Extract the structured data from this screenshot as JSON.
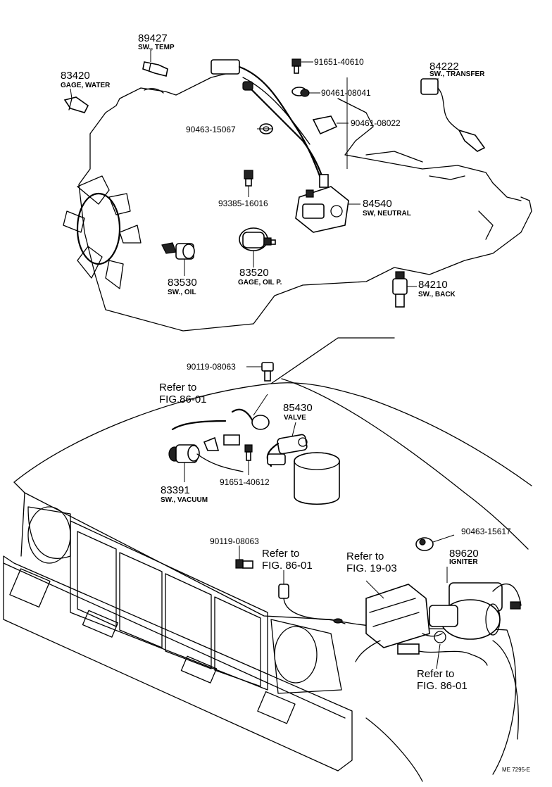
{
  "parts": {
    "p89427": {
      "number": "89427",
      "name": "SW., TEMP"
    },
    "p83420": {
      "number": "83420",
      "name": "GAGE, WATER"
    },
    "p91651_40610": {
      "number": "91651-40610"
    },
    "p90461_08041": {
      "number": "90461-08041"
    },
    "p90463_15067": {
      "number": "90463-15067"
    },
    "p90461_08022": {
      "number": "90461-08022"
    },
    "p84222": {
      "number": "84222",
      "name": "SW., TRANSFER"
    },
    "p93385_16016": {
      "number": "93385-16016"
    },
    "p84540": {
      "number": "84540",
      "name": "SW, NEUTRAL"
    },
    "p83530": {
      "number": "83530",
      "name": "SW., OIL"
    },
    "p83520": {
      "number": "83520",
      "name": "GAGE, OIL P."
    },
    "p84210": {
      "number": "84210",
      "name": "SW., BACK"
    },
    "p90119_08063_a": {
      "number": "90119-08063"
    },
    "p85430": {
      "number": "85430",
      "name": "VALVE"
    },
    "p91651_40612": {
      "number": "91651-40612"
    },
    "p83391": {
      "number": "83391",
      "name": "SW., VACUUM"
    },
    "p90119_08063_b": {
      "number": "90119-08063"
    },
    "p90463_15617": {
      "number": "90463-15617"
    },
    "p89620": {
      "number": "89620",
      "name": "IGNITER"
    }
  },
  "refs": {
    "ref1": {
      "line1": "Refer to",
      "line2": "FIG.86-01"
    },
    "ref2": {
      "line1": "Refer to",
      "line2": "FIG. 86-01"
    },
    "ref3": {
      "line1": "Refer to",
      "line2": "FIG. 19-03"
    },
    "ref4": {
      "line1": "Refer to",
      "line2": "FIG. 86-01"
    }
  },
  "figure_code": "ME 7295-E"
}
